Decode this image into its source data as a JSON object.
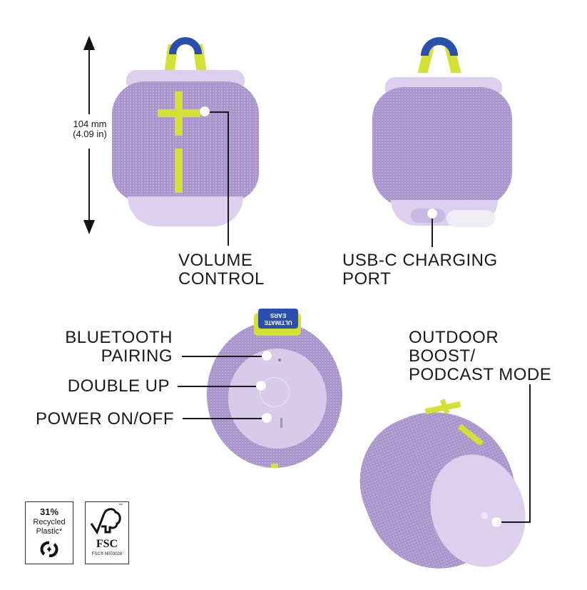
{
  "dimension": {
    "height_mm": "104 mm",
    "height_in": "(4.09 in)"
  },
  "callouts": {
    "volume_control": "VOLUME\nCONTROL",
    "usb_c_port": "USB-C CHARGING\nPORT",
    "bluetooth_pairing": "BLUETOOTH\nPAIRING",
    "double_up": "DOUBLE UP",
    "power": "POWER ON/OFF",
    "outdoor_boost": "OUTDOOR\nBOOST/\nPODCAST MODE"
  },
  "brand": {
    "tag_line1": "ULTIMATE",
    "tag_line2": "EARS"
  },
  "badges": {
    "recycled": {
      "percent": "31%",
      "line1": "Recycled",
      "line2": "Plastic*"
    },
    "fsc": {
      "name": "FSC",
      "tm": "™",
      "code": "FSC® N003028"
    }
  },
  "colors": {
    "body": "#a994cc",
    "body_light": "#dcd0ee",
    "accent_yellow": "#d4e034",
    "strap_blue": "#2a4fae",
    "text": "#1a1a1a"
  }
}
